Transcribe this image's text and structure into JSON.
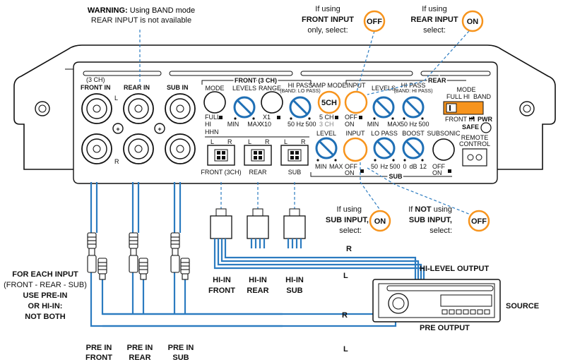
{
  "colors": {
    "accent_orange": "#f7941d",
    "knob_blue": "#1f6fb5",
    "wire_blue": "#2b7bc0",
    "panel": "#ffffff",
    "stroke": "#111111"
  },
  "warning": {
    "strong": "WARNING:",
    "rest": "Using BAND mode",
    "line2": "REAR INPUT is not available"
  },
  "callouts": {
    "front_input": {
      "l1": "If using",
      "l2": "FRONT INPUT",
      "l3": "only, select:",
      "badge": "OFF"
    },
    "rear_input": {
      "l1": "If using",
      "l2": "REAR INPUT",
      "l3": "select:",
      "badge": "ON"
    },
    "sub_input": {
      "l1": "If using",
      "l2": "SUB INPUT,",
      "l3": "select:",
      "badge": "ON"
    },
    "no_sub_input": {
      "l1a": "If ",
      "l1b": "NOT",
      "l1c": " using",
      "l2": "SUB INPUT,",
      "l3": "select:",
      "badge": "OFF"
    }
  },
  "panel": {
    "rca_header": "(3 CH)",
    "front_in": "FRONT IN",
    "rear_in": "REAR IN",
    "sub_in": "SUB IN",
    "l": "L",
    "r": "R",
    "plus": "+",
    "hhn": "HHN",
    "front_group": "FRONT (3 CH)",
    "mode": "MODE",
    "levels": "LEVELS",
    "range": "RANGE",
    "hi_pass": "HI PASS",
    "hi_pass_sub": "(BAND: LO PASS)",
    "amp_mode": "AMP MODE",
    "amp_badge": "5CH",
    "full": "FULL",
    "hi": "HI",
    "min": "MIN",
    "max": "MAX",
    "x1": "X1",
    "x10": "X10",
    "hz50": "50",
    "hz": "Hz",
    "hz500": "500",
    "ch5": "5 CH",
    "ch3": "3 CH",
    "off": "OFF",
    "on": "ON",
    "input": "INPUT",
    "rear_group": "REAR",
    "rear_levels": "LEVELS",
    "rear_hi_pass": "HI PASS",
    "rear_hi_pass_sub": "(BAND: HI PASS)",
    "mode2": "MODE",
    "full2": "FULL",
    "hi2": "HI",
    "band": "BAND",
    "front_in2": "FRONT IN",
    "pwr": "PWR",
    "safe": "SAFE",
    "sub_group": "SUB",
    "level": "LEVEL",
    "sub_input": "INPUT",
    "lo_pass": "LO PASS",
    "boost": "BOOST",
    "subsonic": "SUBSONIC",
    "db0": "0",
    "db": "dB",
    "db12": "12",
    "remote": "REMOTE",
    "control": "CONTROL",
    "conn_front": "FRONT (3CH)",
    "conn_rear": "REAR",
    "conn_sub": "SUB",
    "lr_l": "L",
    "lr_r": "R"
  },
  "left_note": {
    "l1": "FOR EACH INPUT",
    "l2": "(FRONT - REAR - SUB)",
    "l3": "USE PRE-IN",
    "l4": "OR  HI-IN:",
    "l5": "NOT BOTH"
  },
  "hi_in": {
    "front1": "HI-IN",
    "front2": "FRONT",
    "rear1": "HI-IN",
    "rear2": "REAR",
    "sub1": "HI-IN",
    "sub2": "SUB"
  },
  "pre_in": {
    "front1": "PRE IN",
    "front2": "FRONT",
    "rear1": "PRE IN",
    "rear2": "REAR",
    "sub1": "PRE IN",
    "sub2": "SUB"
  },
  "source": {
    "r_top": "R",
    "l_top": "L",
    "hi_level_output": "HI-LEVEL OUTPUT",
    "source": "SOURCE",
    "r_bot": "R",
    "pre_output": "PRE OUTPUT",
    "l_bot": "L"
  }
}
